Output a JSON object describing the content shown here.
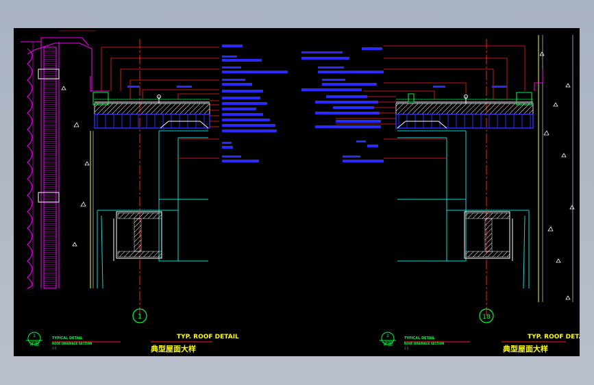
{
  "colors": {
    "background": "#000000",
    "frame": "#a9b2c1",
    "red": "#ff2020",
    "blue": "#2a2aff",
    "cyan": "#00e0e0",
    "green": "#00ff40",
    "yellow": "#ffff00",
    "white": "#ffffff",
    "magenta": "#ff00ff"
  },
  "left_detail": {
    "axis_bubble": "1",
    "title_en": "TYP. ROOF DETAIL",
    "title_cn": "典型屋面大样",
    "stamp_number": "1",
    "stamp_label": "详图",
    "caption_line1": "TYPICAL DETAIL",
    "caption_line2": "ROOF DRAINAGE SECTION",
    "caption_scale": "1:5"
  },
  "right_detail": {
    "axis_bubble": "18",
    "title_en": "TYP. ROOF DETAIL",
    "title_cn": "典型屋面大样",
    "stamp_number": "2",
    "stamp_label": "详图",
    "caption_line1": "TYPICAL DETAIL",
    "caption_line2": "ROOF DRAINAGE SECTION",
    "caption_scale": "1:5"
  },
  "icons": {
    "gap_symbol": "triangle-hatch-icon"
  }
}
